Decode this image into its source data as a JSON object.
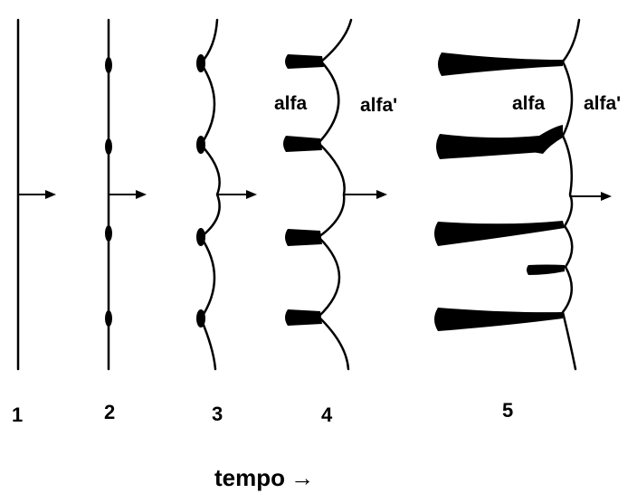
{
  "stages": [
    {
      "label": "1"
    },
    {
      "label": "2"
    },
    {
      "label": "3"
    },
    {
      "label": "4"
    },
    {
      "label": "5"
    }
  ],
  "phase_labels": {
    "stage4_alpha": "alfa",
    "stage4_alpha_prime": "alfa'",
    "stage5_alpha": "alfa",
    "stage5_alpha_prime": "alfa'"
  },
  "time_axis": {
    "label": "tempo",
    "arrow": "→"
  },
  "colors": {
    "ink": "#000000",
    "background": "#ffffff"
  }
}
